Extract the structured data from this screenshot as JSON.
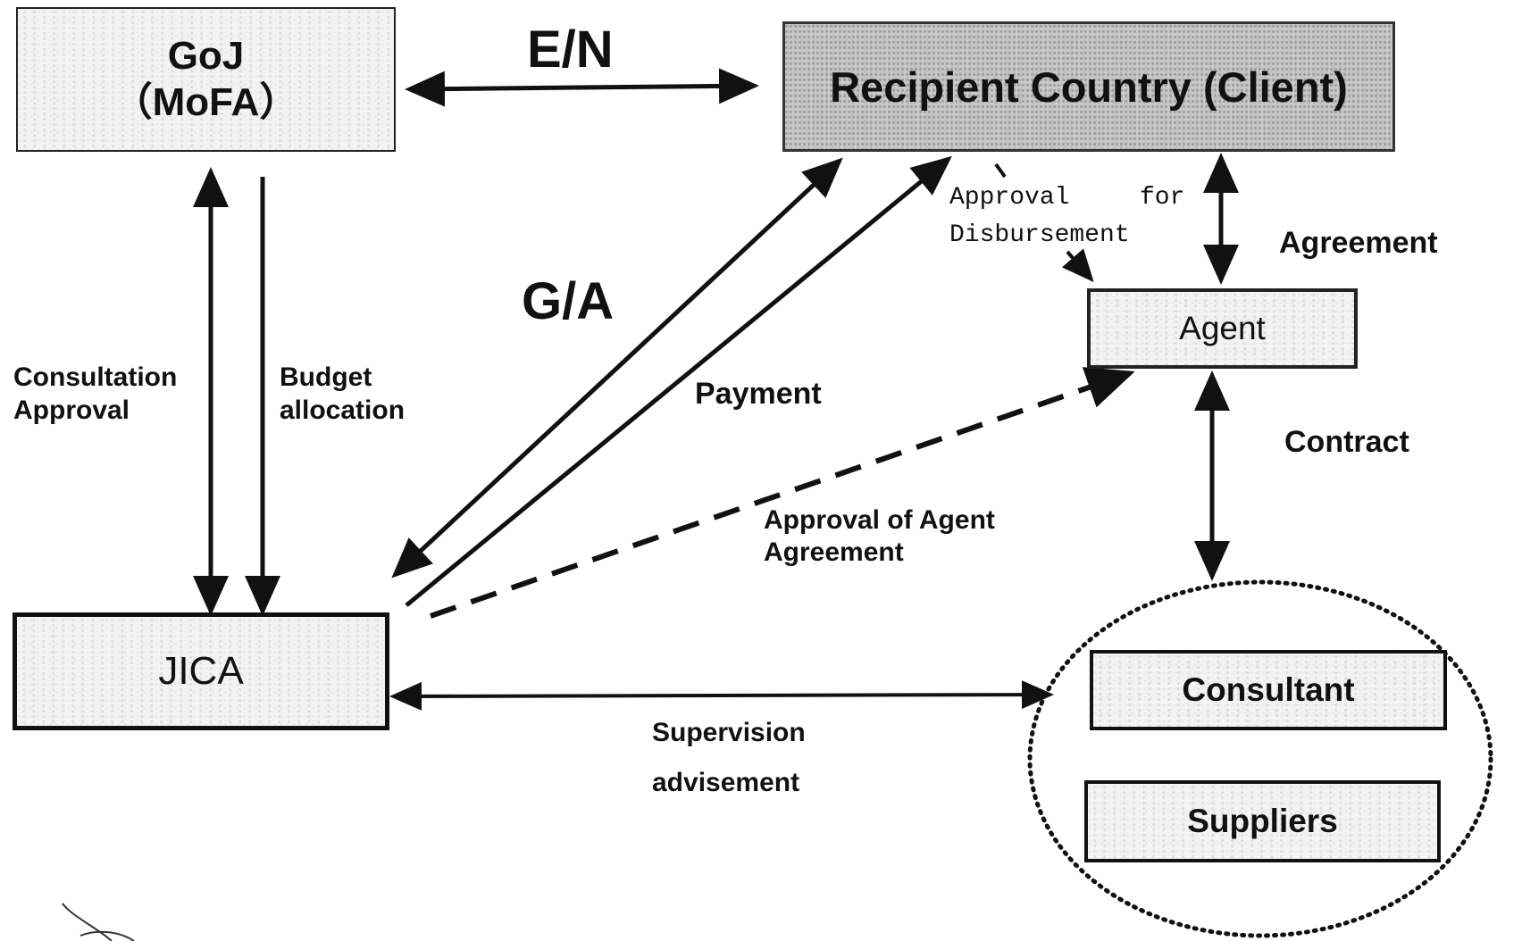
{
  "nodes": {
    "goj": {
      "line1": "GoJ",
      "line2": "（MoFA）"
    },
    "recipient": {
      "label": "Recipient Country (Client)"
    },
    "agent": {
      "label": "Agent"
    },
    "jica": {
      "label": "JICA"
    },
    "consultant": {
      "label": "Consultant"
    },
    "suppliers": {
      "label": "Suppliers"
    }
  },
  "edges": {
    "en": "E/N",
    "ga": "G/A",
    "consultation": {
      "line1": "Consultation",
      "line2": "Approval"
    },
    "budget": {
      "line1": "Budget",
      "line2": "allocation"
    },
    "payment": "Payment",
    "approval_disbursement": {
      "line1a": "Approval",
      "line1b": "for",
      "line2": "Disbursement"
    },
    "agreement": "Agreement",
    "contract": "Contract",
    "approval_agent": {
      "line1": "Approval of Agent",
      "line2": "Agreement"
    },
    "supervision": {
      "line1": "Supervision",
      "line2": "advisement"
    }
  }
}
